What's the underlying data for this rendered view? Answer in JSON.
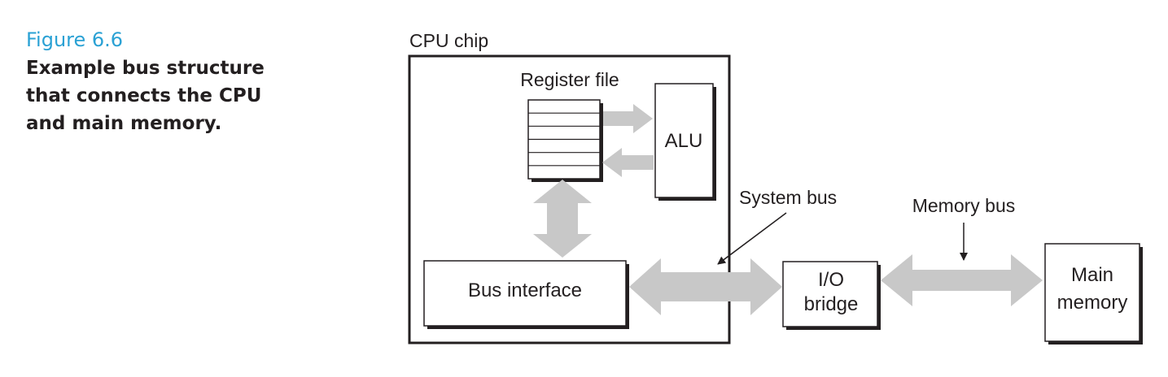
{
  "caption": {
    "label": "Figure 6.6",
    "title": "Example bus structure\nthat connects the CPU\nand main memory."
  },
  "diagram": {
    "cpu_chip_label": "CPU chip",
    "register_file_label": "Register file",
    "alu_label": "ALU",
    "bus_interface_label": "Bus interface",
    "io_bridge_line1": "I/O",
    "io_bridge_line2": "bridge",
    "main_memory_line1": "Main",
    "main_memory_line2": "memory",
    "system_bus_label": "System bus",
    "memory_bus_label": "Memory bus",
    "register_count": 6
  },
  "colors": {
    "ink": "#231f20",
    "arrow_fill": "#c8c8c8",
    "accent": "#2aa1d4"
  }
}
